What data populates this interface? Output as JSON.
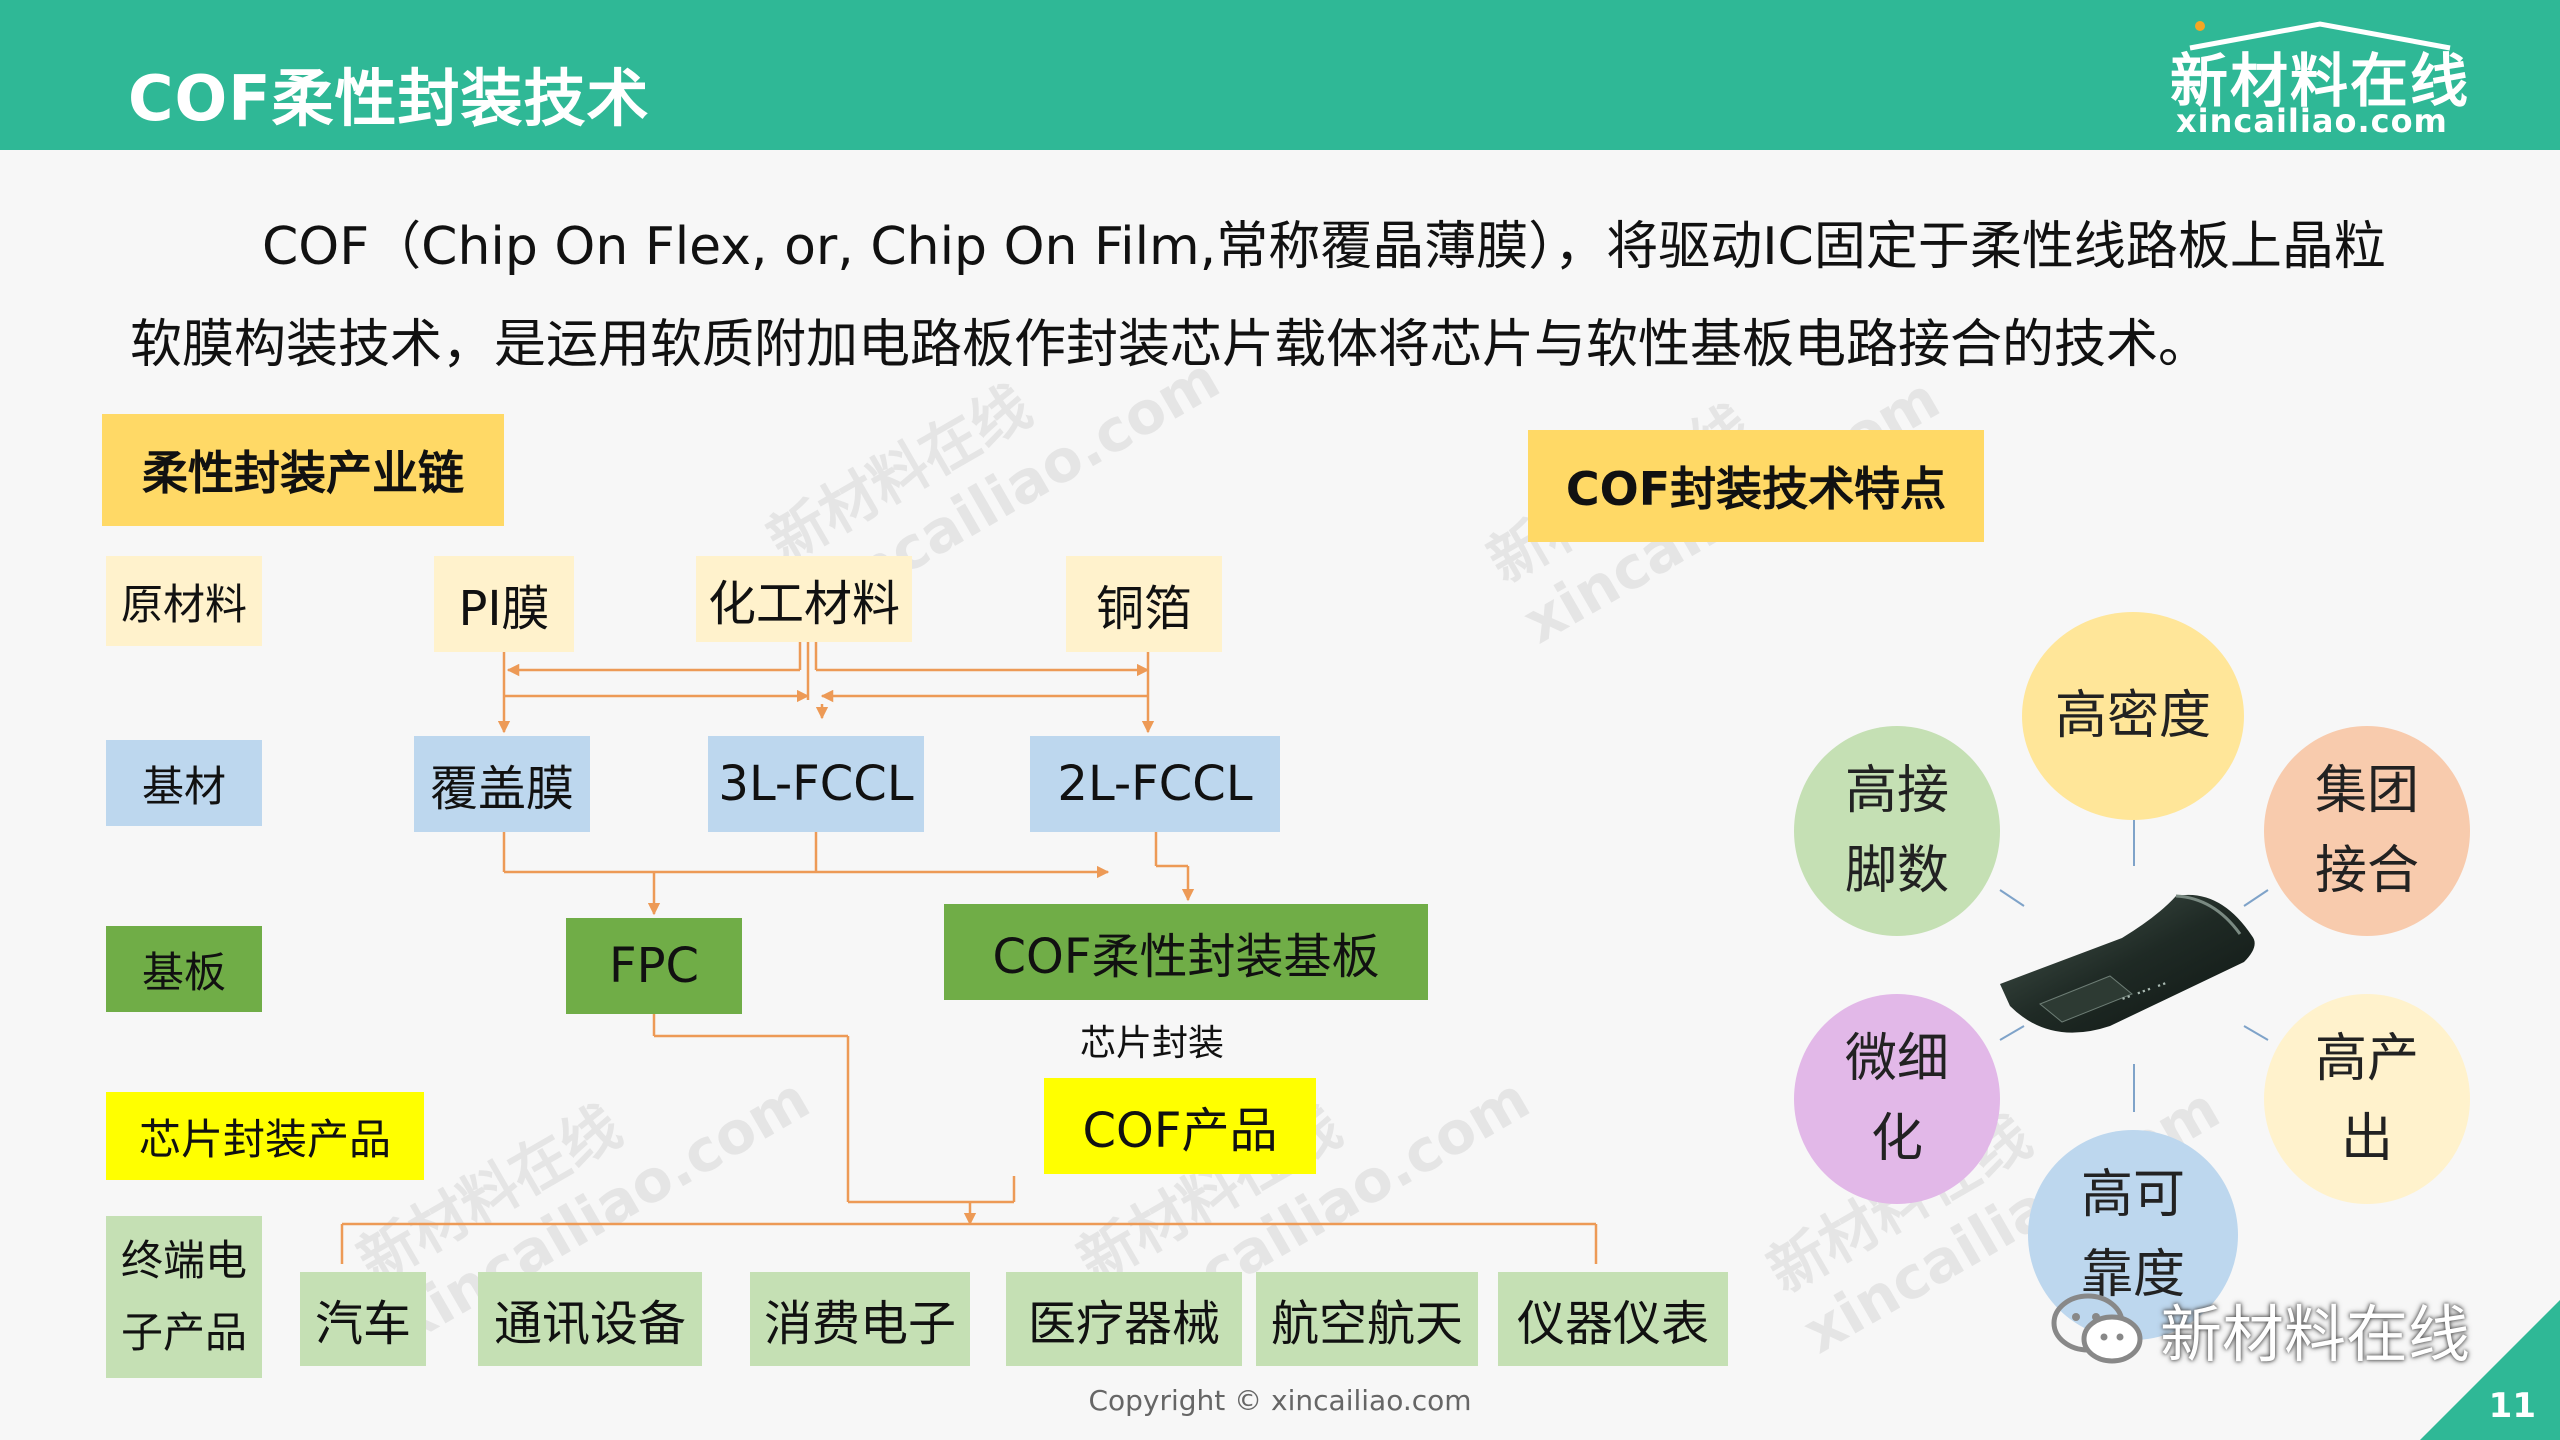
{
  "header": {
    "title": "COF柔性封装技术",
    "logo_cn": "新材料在线",
    "logo_en": "xincailiao.com"
  },
  "intro": {
    "line1": "COF（Chip On Flex, or, Chip On Film,常称覆晶薄膜），将驱动IC固定于柔性线路板上晶粒",
    "line2": "软膜构装技术，是运用软质附加电路板作封装芯片载体将芯片与软性基板电路接合的技术。"
  },
  "chain": {
    "title": "柔性封装产业链",
    "rows": {
      "raw": "原材料",
      "substrate_material": "基材",
      "board": "基板",
      "chip_product": "芯片封装产品",
      "terminal": "终端电子产品"
    },
    "nodes": {
      "pi": "PI膜",
      "chemical": "化工材料",
      "copper": "铜箔",
      "coverlay": "覆盖膜",
      "fccl3": "3L-FCCL",
      "fccl2": "2L-FCCL",
      "fpc": "FPC",
      "cof_board": "COF柔性封装基板",
      "chip_packaging_label": "芯片封装",
      "cof_product": "COF产品"
    },
    "terminals": [
      "汽车",
      "通讯设备",
      "消费电子",
      "医疗器械",
      "航空航天",
      "仪器仪表"
    ]
  },
  "features": {
    "title": "COF封装技术特点",
    "items": [
      {
        "label": "高密度",
        "color": "#ffe699"
      },
      {
        "label": "集团接合",
        "color": "#f8cbad"
      },
      {
        "label": "高产出",
        "color": "#fff2cc"
      },
      {
        "label": "高可靠度",
        "color": "#bdd7ee"
      },
      {
        "label": "微细化",
        "color": "#e2b8e8"
      },
      {
        "label": "高接脚数",
        "color": "#c5e0b4"
      }
    ]
  },
  "watermark": {
    "cn": "新材料在线",
    "en": "xincailiao.com"
  },
  "footer": {
    "copyright": "Copyright © xincailiao.com",
    "wechat": "新材料在线",
    "page": "11"
  },
  "colors": {
    "header_bg": "#2fb896",
    "arrow": "#ed9a56"
  }
}
